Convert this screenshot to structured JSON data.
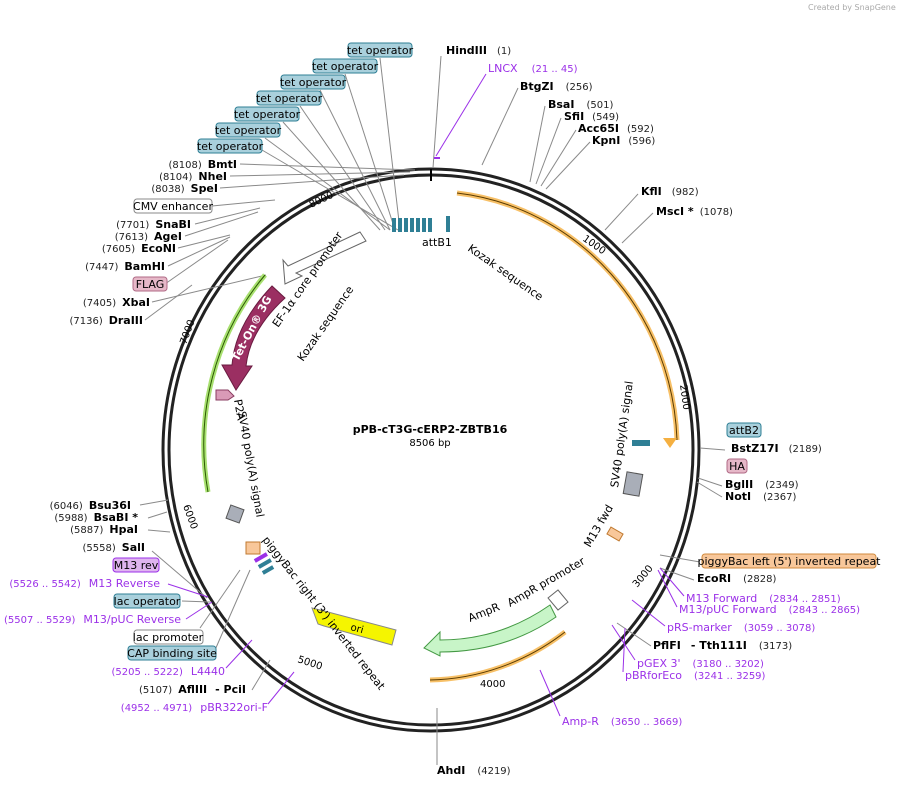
{
  "credit": "Created by SnapGene",
  "plasmid": {
    "name": "pPB-cT3G-cERP2-ZBTB16",
    "length": "8506 bp"
  },
  "ticks": [
    "1000",
    "2000",
    "3000",
    "4000",
    "5000",
    "6000",
    "7000",
    "8000"
  ],
  "enzymes": {
    "hindiii": {
      "name": "HindIII",
      "pos": "(1)"
    },
    "btgzi": {
      "name": "BtgZI",
      "pos": "(256)"
    },
    "bsai": {
      "name": "BsaI",
      "pos": "(501)"
    },
    "sfii": {
      "name": "SfiI",
      "pos": "(549)"
    },
    "acc65i": {
      "name": "Acc65I",
      "pos": "(592)"
    },
    "kpni": {
      "name": "KpnI",
      "pos": "(596)"
    },
    "kfli": {
      "name": "KflI",
      "pos": "(982)"
    },
    "msci": {
      "name": "MscI *",
      "pos": "(1078)"
    },
    "bstz17i": {
      "name": "BstZ17I",
      "pos": "(2189)"
    },
    "bglii": {
      "name": "BglII",
      "pos": "(2349)"
    },
    "noti": {
      "name": "NotI",
      "pos": "(2367)"
    },
    "ecori": {
      "name": "EcoRI",
      "pos": "(2828)"
    },
    "pflfi": {
      "name": "PflFI",
      "name2": "- Tth111I",
      "pos": "(3173)"
    },
    "ahdi": {
      "name": "AhdI",
      "pos": "(4219)"
    },
    "afliii": {
      "name": "AflIII",
      "name2": "- PciI",
      "pos": "(5107)"
    },
    "sali": {
      "name": "SalI",
      "pos": "(5558)"
    },
    "hpai": {
      "name": "HpaI",
      "pos": "(5887)"
    },
    "bsabi": {
      "name": "BsaBI *",
      "pos": "(5988)"
    },
    "bsu36i": {
      "name": "Bsu36I",
      "pos": "(6046)"
    },
    "draiii": {
      "name": "DraIII",
      "pos": "(7136)"
    },
    "xbai": {
      "name": "XbaI",
      "pos": "(7405)"
    },
    "bamhi": {
      "name": "BamHI",
      "pos": "(7447)"
    },
    "econi": {
      "name": "EcoNI",
      "pos": "(7605)"
    },
    "agei": {
      "name": "AgeI",
      "pos": "(7613)"
    },
    "snabi": {
      "name": "SnaBI",
      "pos": "(7701)"
    },
    "spei": {
      "name": "SpeI",
      "pos": "(8038)"
    },
    "nhei": {
      "name": "NheI",
      "pos": "(8104)"
    },
    "bmti": {
      "name": "BmtI",
      "pos": "(8108)"
    }
  },
  "primers": {
    "lncx": {
      "name": "LNCX",
      "range": "(21 .. 45)"
    },
    "m13f": {
      "name": "M13 Forward",
      "range": "(2834 .. 2851)"
    },
    "m13pucf": {
      "name": "M13/pUC Forward",
      "range": "(2843 .. 2865)"
    },
    "prs": {
      "name": "pRS-marker",
      "range": "(3059 .. 3078)"
    },
    "pgex": {
      "name": "pGEX 3'",
      "range": "(3180 .. 3202)"
    },
    "pbrforeco": {
      "name": "pBRforEco",
      "range": "(3241 .. 3259)"
    },
    "ampr": {
      "name": "Amp-R",
      "range": "(3650 .. 3669)"
    },
    "pbr322": {
      "name": "pBR322ori-F",
      "range": "(4952 .. 4971)"
    },
    "l4440": {
      "name": "L4440",
      "range": "(5205 .. 5222)"
    },
    "m13pucr": {
      "name": "M13/pUC Reverse",
      "range": "(5507 .. 5529)"
    },
    "m13r": {
      "name": "M13 Reverse",
      "range": "(5526 .. 5542)"
    }
  },
  "feature_boxes": {
    "tet": [
      "tet operator",
      "tet operator",
      "tet operator",
      "tet operator",
      "tet operator",
      "tet operator",
      "tet operator"
    ],
    "cmv": "CMV enhancer",
    "flag": "FLAG",
    "attb2": "attB2",
    "ha": "HA",
    "pbleft": "piggyBac left (5') inverted repeat",
    "m13rev": "M13 rev",
    "lacop": "lac operator",
    "lacprom": "lac promoter",
    "cap": "CAP binding site"
  },
  "inner_labels": {
    "attb1": "attB1",
    "kozak1": "Kozak sequence",
    "ef1a": "EF-1α core promoter",
    "kozak2": "Kozak sequence",
    "teton": "Tet-On® 3G",
    "p2a": "P2A",
    "sv40a": "SV40 poly(A) signal",
    "sv40b": "SV40 poly(A) signal",
    "m13fwd": "M13 fwd",
    "pbright": "piggyBac right (3') inverted repeat",
    "ori": "ori",
    "ampr": "AmpR",
    "amprprom": "AmpR promoter"
  },
  "colors": {
    "primer": "#9b30e8",
    "orange_feature": "#f5b041",
    "green_feature": "#a8e070",
    "teton": "#9b2f62",
    "ampr": "#c8f5c8",
    "ori": "#f5f500"
  }
}
